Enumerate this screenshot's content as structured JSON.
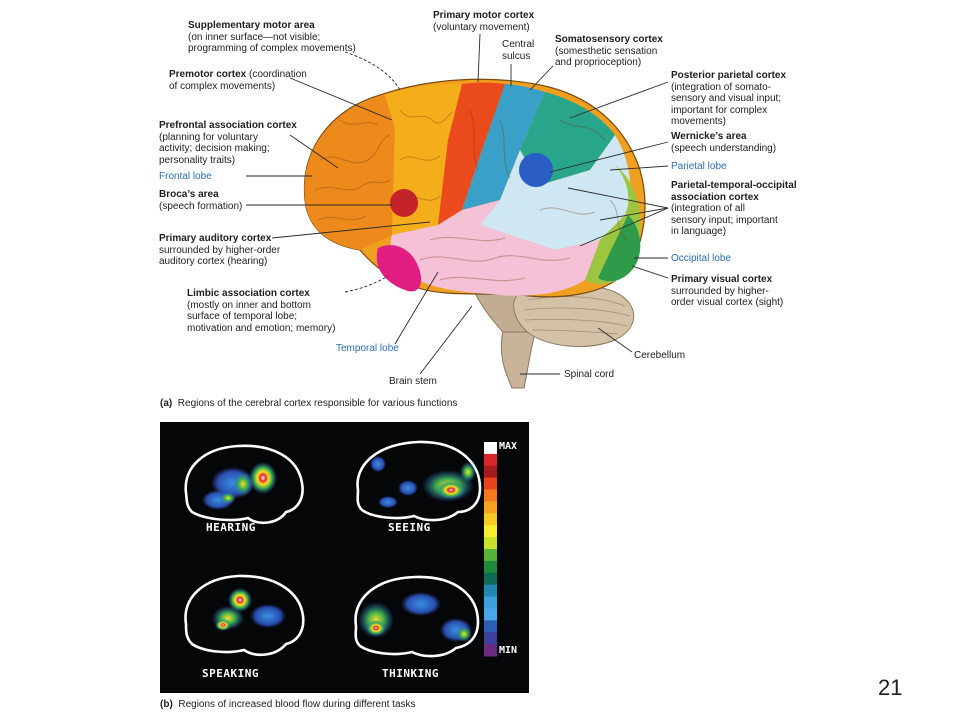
{
  "panel_a": {
    "labels": {
      "supplementary_motor": {
        "title": "Supplementary motor area",
        "desc": [
          "(on inner surface—not visible;",
          "programming of complex movements)"
        ]
      },
      "primary_motor": {
        "title": "Primary motor cortex",
        "desc": [
          "(voluntary movement)"
        ]
      },
      "central_sulcus": {
        "lines": [
          "Central",
          "sulcus"
        ]
      },
      "somatosensory": {
        "title": "Somatosensory cortex",
        "desc": [
          "(somesthetic sensation",
          "and proprioception)"
        ]
      },
      "premotor": {
        "title": "Premotor cortex",
        "inline": " (coordination",
        "desc": [
          "of complex movements)"
        ]
      },
      "posterior_parietal": {
        "title": "Posterior parietal cortex",
        "desc": [
          "(integration of somato-",
          "sensory and visual input;",
          "important for complex",
          "movements)"
        ]
      },
      "prefrontal": {
        "title": "Prefrontal association cortex",
        "desc": [
          "(planning for voluntary",
          "activity; decision making;",
          "personality traits)"
        ]
      },
      "wernicke": {
        "title": "Wernicke’s area",
        "desc": [
          "(speech understanding)"
        ]
      },
      "frontal_lobe": "Frontal lobe",
      "parietal_lobe": "Parietal lobe",
      "broca": {
        "title": "Broca’s area",
        "desc": [
          "(speech formation)"
        ]
      },
      "pto": {
        "title": [
          "Parietal-temporal-occipital",
          "association cortex"
        ],
        "desc": [
          "(integration of all",
          "sensory input; important",
          "in language)"
        ]
      },
      "primary_auditory": {
        "title": "Primary auditory cortex",
        "desc": [
          "surrounded by higher-order",
          "auditory cortex (hearing)"
        ]
      },
      "occipital_lobe": "Occipital lobe",
      "primary_visual": {
        "title": "Primary visual cortex",
        "desc": [
          "surrounded by higher-",
          "order visual cortex (sight)"
        ]
      },
      "limbic": {
        "title": "Limbic association cortex",
        "desc": [
          "(mostly on inner and bottom",
          "surface of temporal lobe;",
          "motivation and emotion; memory)"
        ]
      },
      "temporal_lobe": "Temporal lobe",
      "cerebellum": "Cerebellum",
      "brain_stem": "Brain stem",
      "spinal_cord": "Spinal cord"
    },
    "caption": {
      "letter": "(a)",
      "text": "Regions of the cerebral cortex responsible for various functions"
    }
  },
  "panel_b": {
    "tasks": [
      "HEARING",
      "SEEING",
      "SPEAKING",
      "THINKING"
    ],
    "scale": {
      "max": "MAX",
      "min": "MIN",
      "colors": [
        "#ffffff",
        "#d8262a",
        "#a51a1c",
        "#e8431d",
        "#f07a1c",
        "#f6a21f",
        "#f7cb24",
        "#f6ee2e",
        "#c8e22c",
        "#56b43a",
        "#1f8a3c",
        "#0f6b55",
        "#1f87b0",
        "#3a9fdc",
        "#4aa6e8",
        "#2b5fb3",
        "#3c3f9c",
        "#6a2a80"
      ]
    },
    "caption": {
      "letter": "(b)",
      "text": "Regions of increased blood flow during different tasks"
    }
  },
  "page_number": "21"
}
